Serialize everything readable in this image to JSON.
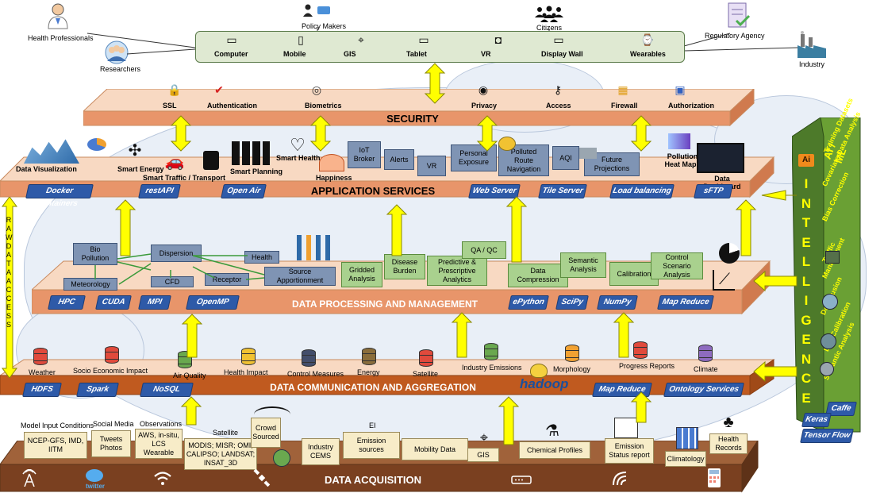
{
  "stakeholders": {
    "health_professionals": "Health Professionals",
    "researchers": "Researchers",
    "policy_makers": "Policy Makers",
    "citizens": "Citizens",
    "regulatory_agency": "Regulatory Agency",
    "industry": "Industry"
  },
  "devices": [
    "Computer",
    "Mobile",
    "GIS",
    "Tablet",
    "VR",
    "Display Wall",
    "Wearables"
  ],
  "security": {
    "title": "SECURITY",
    "items": [
      "SSL",
      "Authentication",
      "Biometrics",
      "Privacy",
      "Access",
      "Firewall",
      "Authorization"
    ]
  },
  "application": {
    "title": "APPLICATION SERVICES",
    "items": [
      "Data Visualization",
      "Smart Energy",
      "Smart Traffic / Transport",
      "Smart Planning",
      "Smart Health",
      "Happiness",
      "IoT Broker",
      "Alerts",
      "VR",
      "Personal Exposure",
      "Polluted Route Navigation",
      "AQI",
      "Future Projections",
      "Pollution Heat Maps",
      "Data Dashboard"
    ],
    "tabs": [
      "Docker Containers",
      "restAPI",
      "Open Air",
      "Web Server",
      "Tile Server",
      "Load balancing",
      "sFTP"
    ]
  },
  "processing": {
    "title": "DATA PROCESSING AND MANAGEMENT",
    "models": [
      "Bio Pollution",
      "Dispersion",
      "Health",
      "Meteorology",
      "CFD",
      "Receptor",
      "Source Apportionment"
    ],
    "analytics": [
      "Gridded Analysis",
      "Disease Burden",
      "Predictive & Prescriptive Analytics",
      "QA / QC",
      "Data Compression",
      "Semantic Analysis",
      "Calibration",
      "Control Scenario Analysis"
    ],
    "tabs": [
      "HPC",
      "CUDA",
      "MPI",
      "OpenMP",
      "ePython",
      "SciPy",
      "NumPy",
      "Map Reduce"
    ]
  },
  "communication": {
    "title": "DATA COMMUNICATION AND AGGREGATION",
    "stores": [
      {
        "label": "Weather",
        "color": "#e04a3c"
      },
      {
        "label": "Socio Economic Impact",
        "color": "#e04a3c"
      },
      {
        "label": "Air Quality",
        "color": "#6aa84f"
      },
      {
        "label": "Health Impact",
        "color": "#f1c232"
      },
      {
        "label": "Control Measures",
        "color": "#434e6b"
      },
      {
        "label": "Energy",
        "color": "#8a6d3b"
      },
      {
        "label": "Satellite",
        "color": "#e04a3c"
      },
      {
        "label": "Industry Emissions",
        "color": "#6aa84f"
      },
      {
        "label": "Morphology",
        "color": "#f1a132"
      },
      {
        "label": "Progress Reports",
        "color": "#e04a3c"
      },
      {
        "label": "Climate",
        "color": "#8e6bbf"
      }
    ],
    "tabs": [
      "HDFS",
      "Spark",
      "NoSQL",
      "Map Reduce",
      "Ontology Services"
    ],
    "hadoop": "hadoop"
  },
  "acquisition": {
    "title": "DATA ACQUISITION",
    "headers": [
      "Model Input Conditions",
      "Social Media",
      "Observations",
      "Satellite",
      "EI"
    ],
    "items": [
      "NCEP-GFS, IMD, IITM",
      "Tweets Photos",
      "AWS, in-situ, LCS Wearable",
      "MODIS; MISR; OMI; CALIPSO; LANDSAT; INSAT_3D",
      "Crowd Sourced",
      "Industry CEMS",
      "Emission sources",
      "Mobility Data",
      "GIS",
      "Chemical Profiles",
      "Emission Status report",
      "Climatology",
      "Health Records"
    ],
    "twitter": "twitter"
  },
  "raw_access": "RAW DATA ACCESS",
  "ai": {
    "header": "AI / ML",
    "logo": "Ai",
    "intelligence": "INTELLIGENCE",
    "items": [
      "Training Datasets",
      "Covariate Data Analysis",
      "Bias Correction",
      "Traffic",
      "Management",
      "Data Fusion",
      "LCS Calibration",
      "Semantic Analysis"
    ],
    "frameworks": [
      "Caffe",
      "Keras",
      "Tensor Flow"
    ]
  },
  "colors": {
    "layer": "#f8d9c2",
    "layer_side": "#e8956a",
    "comm_side": "#c05a1f",
    "acq_side": "#8a4a22",
    "blue_tab": "#2e5aa8",
    "ai_panel": "#4d7a2a",
    "arrow": "#ffff00"
  }
}
